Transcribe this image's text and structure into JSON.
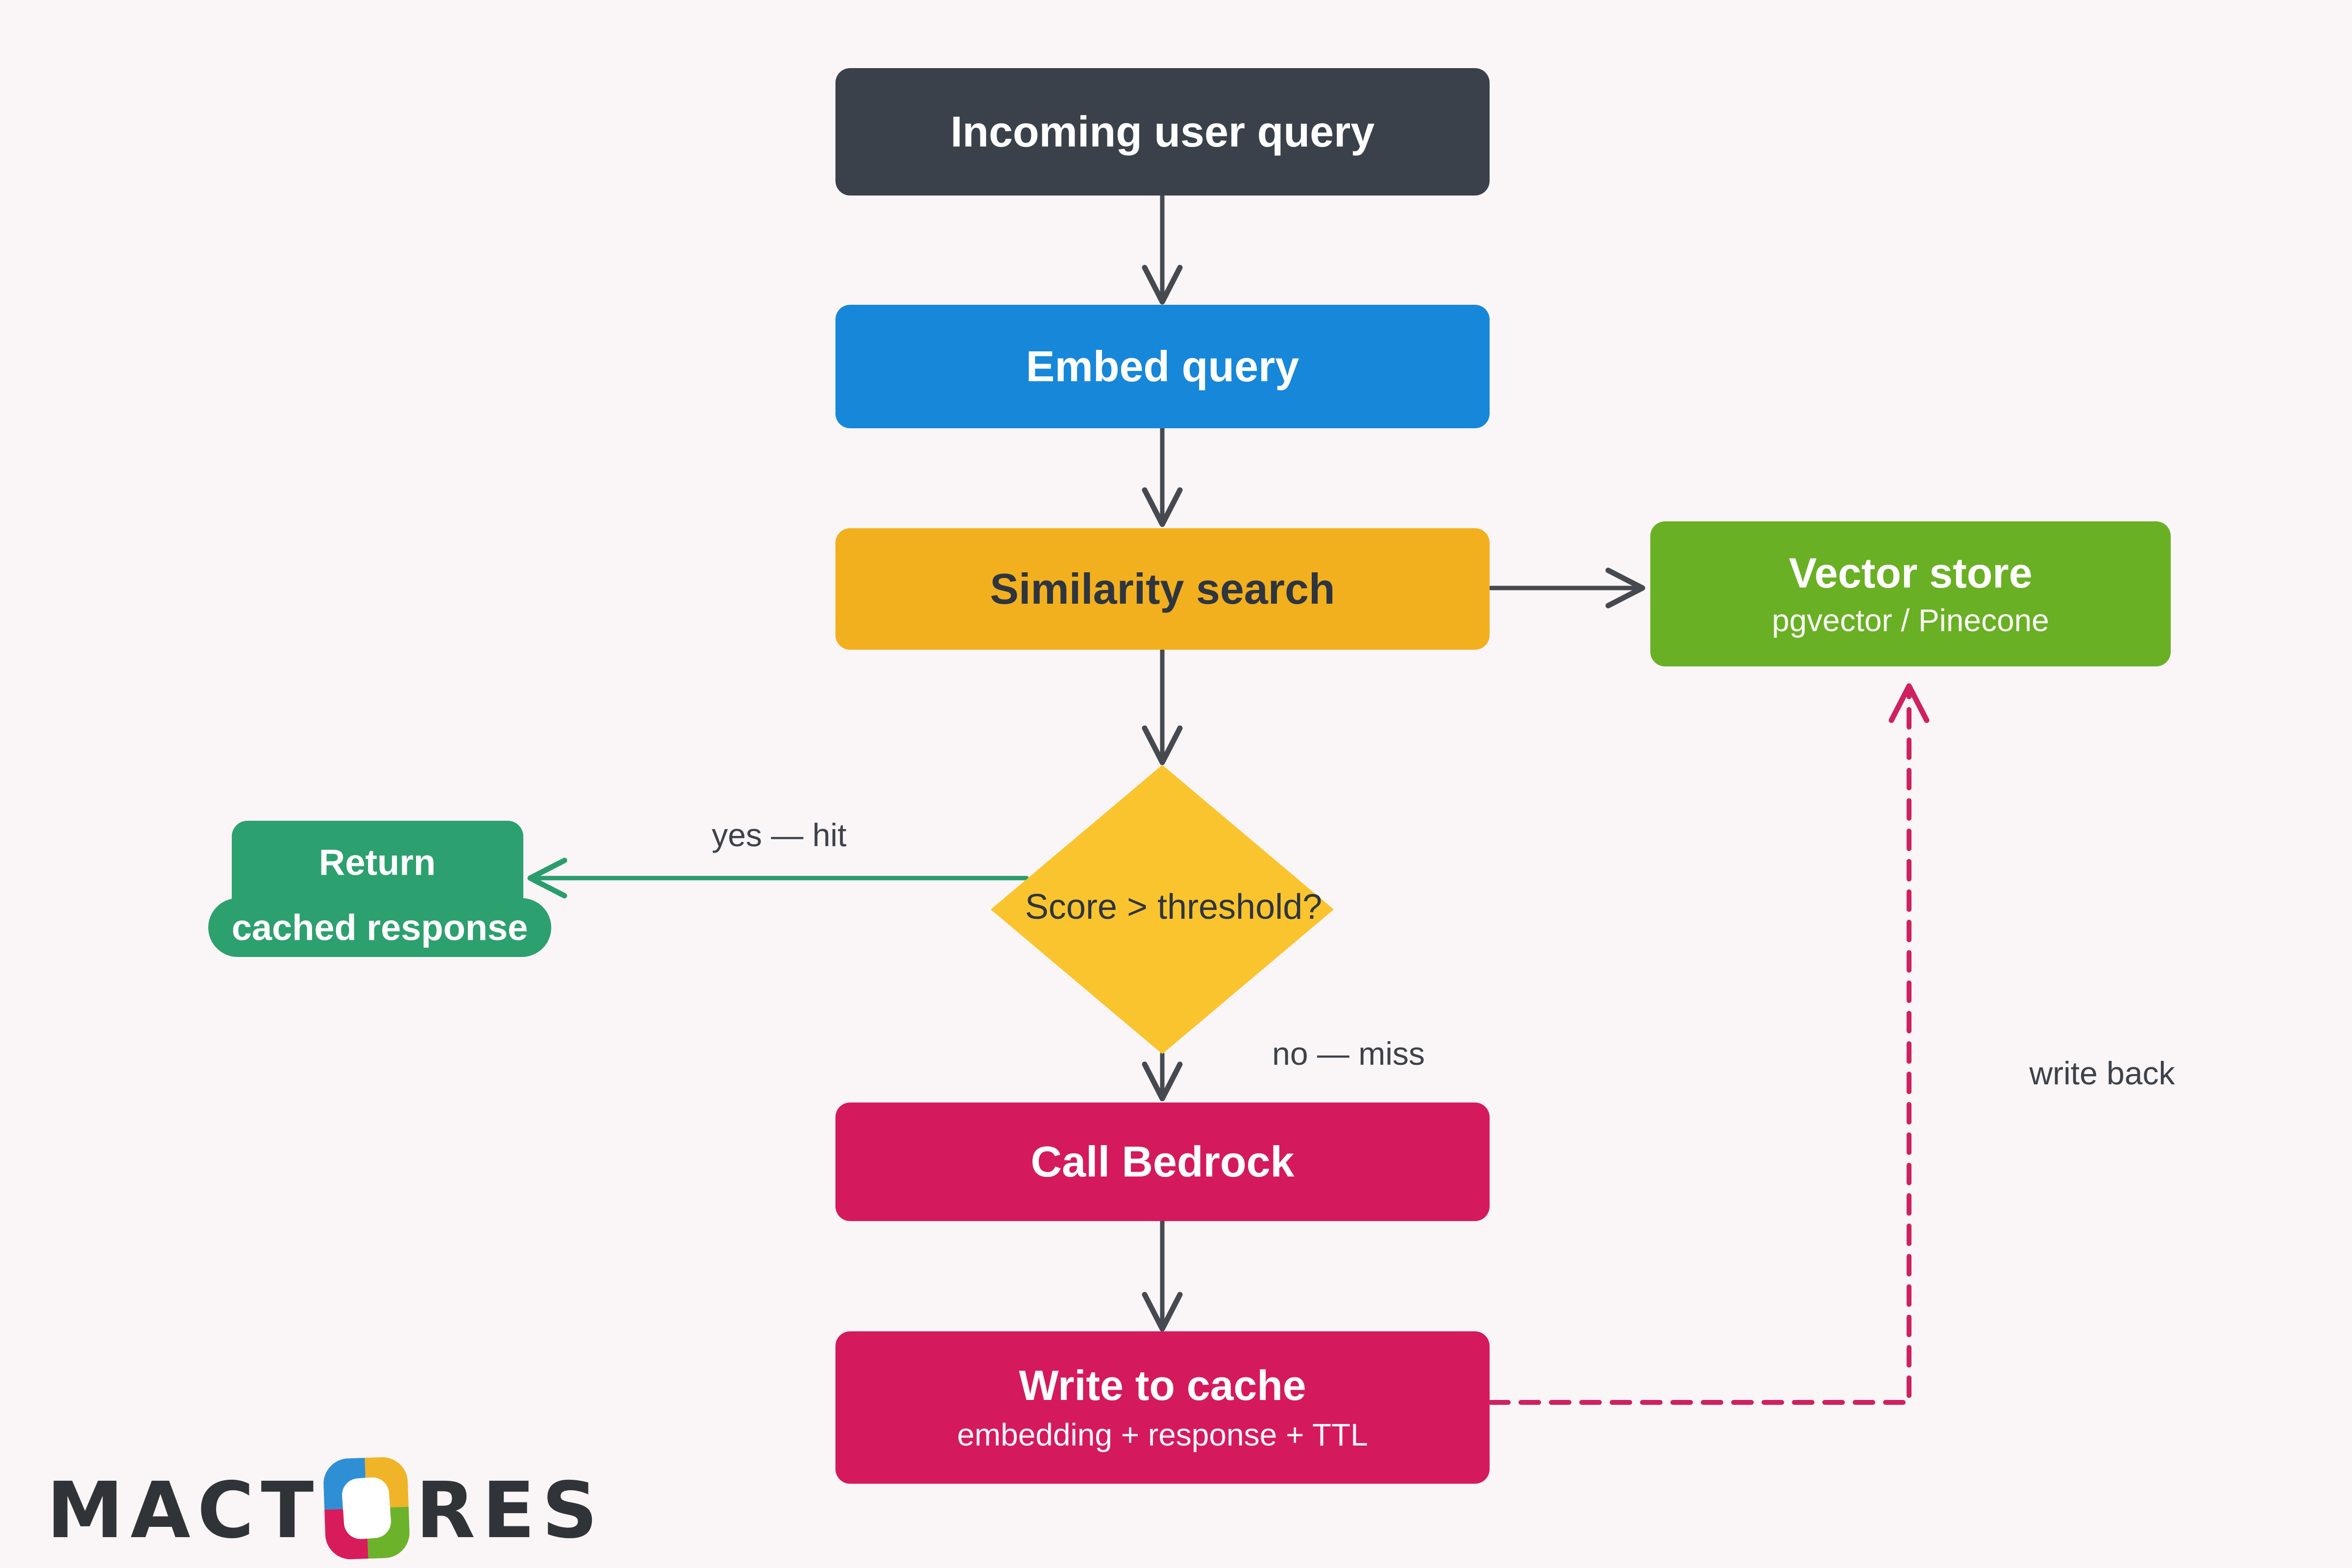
{
  "colors": {
    "bg": "#FAF5F6",
    "node_dark": "#3A414A",
    "node_blue": "#1787D9",
    "node_amber": "#F2B01E",
    "node_diamond": "#FAC42E",
    "node_green": "#69B024",
    "node_teal": "#2DA06F",
    "node_crimson": "#D5195D",
    "arrow_dark": "#46494F",
    "arrow_teal": "#2A9D6E",
    "arrow_pink": "#CE2161",
    "text_light": "#FFFFFF",
    "text_dark": "#2E3540",
    "label_text": "#3D424A",
    "logo_text": "#303438",
    "logo_blue": "#2F8FD4",
    "logo_yellow": "#F0B429",
    "logo_pink": "#D81B5B",
    "logo_green": "#6CB22B"
  },
  "nodes": {
    "incoming": {
      "label": "Incoming user query"
    },
    "embed": {
      "label": "Embed query"
    },
    "similarity": {
      "label": "Similarity search"
    },
    "vector_store": {
      "title": "Vector store",
      "subtitle": "pgvector / Pinecone"
    },
    "decision": {
      "label": "Score > threshold?"
    },
    "return_cached": {
      "line1": "Return",
      "line2": "cached response"
    },
    "call_bedrock": {
      "label": "Call Bedrock"
    },
    "write_cache": {
      "title": "Write to cache",
      "subtitle": "embedding + response + TTL"
    }
  },
  "edge_labels": {
    "yes_hit": "yes — hit",
    "no_miss": "no — miss",
    "write_back": "write back"
  },
  "logo": {
    "text_left": "MACT",
    "text_right": "RES"
  }
}
